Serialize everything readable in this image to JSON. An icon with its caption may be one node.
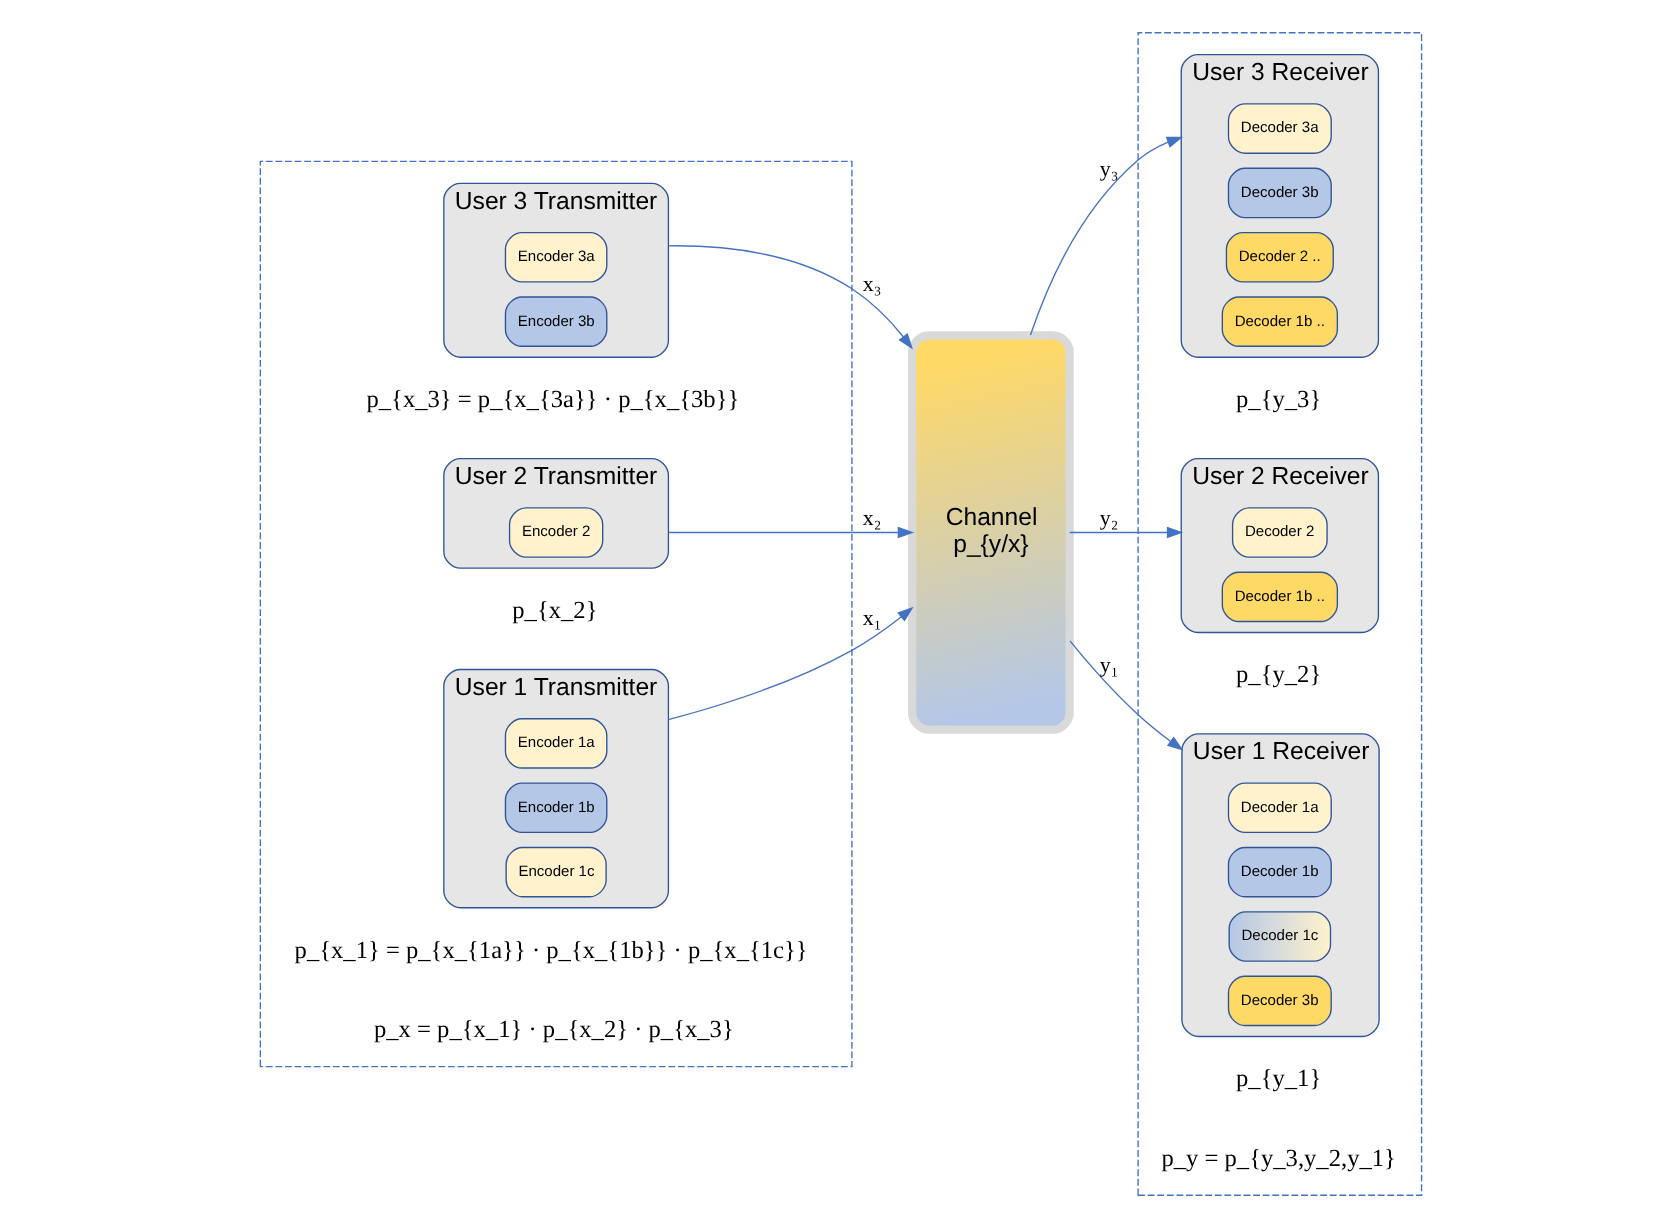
{
  "diagram": {
    "nodes": [
      {
        "text": [],
        "shape": "box"
      },
      {
        "text": [
          "User 3 Transmitter"
        ],
        "in": 0,
        "beside": [
          "p_{x_3} = p_{x_{3a}} · p_{x_{3b}}"
        ]
      },
      {
        "text": [
          "Encoder 3a"
        ],
        "in": 1
      },
      {
        "text": [
          "Encoder 3b"
        ],
        "in": 1
      },
      {
        "text": [
          "User 2 Transmitter"
        ],
        "in": 0,
        "beside": [
          "p_{x_2}"
        ]
      },
      {
        "text": [
          "Encoder 2"
        ],
        "in": 4
      },
      {
        "text": [
          "User 1 Transmitter"
        ],
        "in": 0,
        "beside": [
          "p_{x_1} = p_{x_{1a}} · p_{x_{1b}} · p_{x_{1c}}"
        ]
      },
      {
        "text": [
          "Encoder 1a"
        ],
        "in": 6
      },
      {
        "text": [
          "Encoder 1b"
        ],
        "in": 6
      },
      {
        "text": [
          "Encoder 1c"
        ],
        "in": 6
      },
      {
        "text": [
          "Channel",
          "p_{y/x}"
        ]
      },
      {
        "text": [],
        "shape": "box"
      },
      {
        "text": [
          "User 3 Receiver"
        ],
        "in": 11,
        "beside": [
          "p_{y_3}"
        ]
      },
      {
        "text": [
          "Decoder 3a"
        ],
        "in": 12
      },
      {
        "text": [
          "Decoder 3b"
        ],
        "in": 12
      },
      {
        "text": [
          "Decoder 2 .."
        ],
        "in": 12
      },
      {
        "text": [
          "Decoder 1b .."
        ],
        "in": 12
      },
      {
        "text": [
          "User 2 Receiver"
        ],
        "in": 11,
        "beside": [
          "p_{y_2}"
        ]
      },
      {
        "text": [
          "Decoder 2"
        ],
        "in": 17
      },
      {
        "text": [
          "Decoder 1b .."
        ],
        "in": 17
      },
      {
        "text": [
          "User 1 Receiver"
        ],
        "in": 11,
        "beside": [
          "p_{y_1}"
        ]
      },
      {
        "text": [
          "Decoder 1a"
        ],
        "in": 20
      },
      {
        "text": [
          "Decoder 1b"
        ],
        "in": 20
      },
      {
        "text": [
          "Decoder 1c"
        ],
        "in": 20
      },
      {
        "text": [
          "Decoder 3b"
        ],
        "in": 20
      }
    ],
    "edges": [
      {
        "from": 1,
        "to": 10,
        "arrow": "to",
        "label": "x₃"
      },
      {
        "from": 4,
        "to": 10,
        "arrow": "to",
        "label": "x₂"
      },
      {
        "from": 6,
        "to": 10,
        "arrow": "to",
        "label": "x₁"
      },
      {
        "from": 10,
        "to": 12,
        "arrow": "to",
        "label": "y₃"
      },
      {
        "from": 10,
        "to": 17,
        "arrow": "to",
        "label": "y₂"
      },
      {
        "from": 10,
        "to": 20,
        "arrow": "to",
        "label": "y₁"
      }
    ],
    "labels": [
      "p_x = p_{x_1} · p_{x_2} · p_{x_3}",
      "p_y = p_{y_3,y_2,y_1}"
    ]
  }
}
